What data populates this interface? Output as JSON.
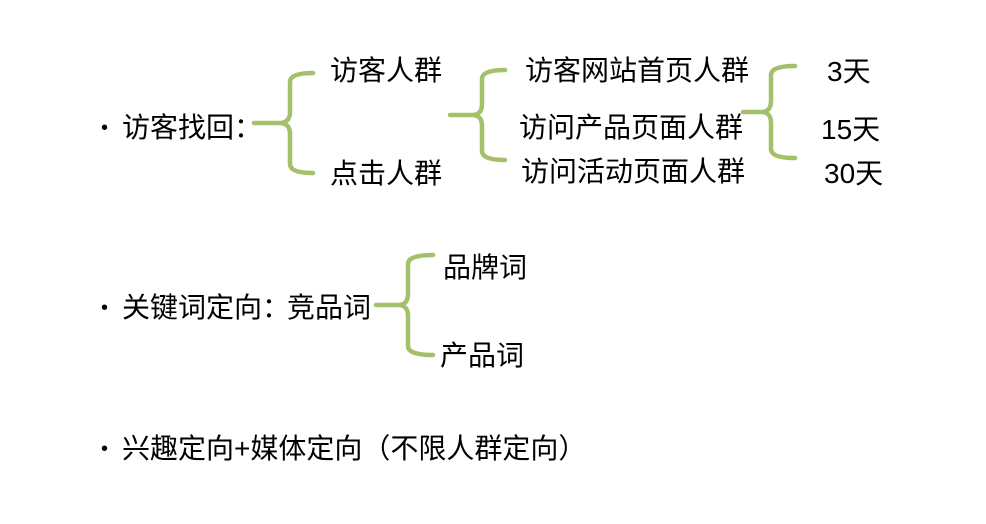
{
  "colors": {
    "background": "#ffffff",
    "text": "#000000",
    "brace": "#a3c16b"
  },
  "bullet_char": "•",
  "diagram": {
    "visitor_section": {
      "label": "访客找回：",
      "audiences": [
        "访客人群",
        "点击人群"
      ],
      "page_groups": [
        "访客网站首页人群",
        "访问产品页面人群",
        "访问活动页面人群"
      ],
      "durations": [
        "3天",
        "15天",
        "30天"
      ]
    },
    "keyword_section": {
      "label": "关键词定向：",
      "root_term": "竞品词",
      "terms": [
        "品牌词",
        "产品词"
      ]
    },
    "interest_section": {
      "label": "兴趣定向+媒体定向（不限人群定向）"
    }
  }
}
